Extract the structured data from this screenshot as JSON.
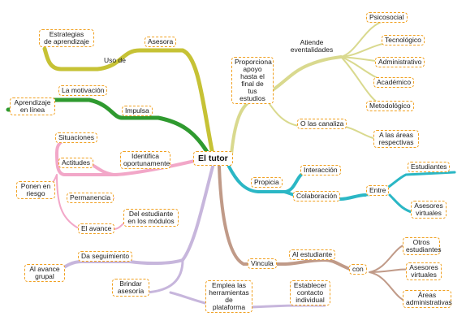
{
  "title": "El tutor",
  "colors": {
    "yellow_branch": "#c6c235",
    "green_branch": "#2f9a2f",
    "pink_branch": "#f2a7c8",
    "lavender_branch": "#c7b6dc",
    "olive_branch": "#d9d98e",
    "teal_branch": "#2bb7c5",
    "brown_branch": "#c09a88",
    "node_border": "#f0a020"
  },
  "nodes": {
    "estrategias": "Estrategias\nde aprendizaje",
    "uso_de": "Uso de",
    "asesora": "Asesora",
    "la_motivacion": "La motivación",
    "aprendizaje_en_linea": "Aprendizaje\nen línea",
    "impulsa": "Impulsa",
    "situaciones": "Situaciones",
    "actitudes": "Actitudes",
    "identifica": "Identifica\noportunamente",
    "ponen_en_riesgo": "Ponen en\nriesgo",
    "permanencia": "Permanencia",
    "del_estudiante": "Del estudiante\nen los módulos",
    "el_avance": "El avance",
    "da_seguimiento": "Da seguimiento",
    "al_avance_grupal": "Al avance\ngrupal",
    "brindar_asesoria": "Brindar\nasesoría",
    "emplea": "Emplea las\nherramientas\nde plataforma",
    "establecer": "Establecer\ncontacto\nindividual",
    "proporciona": "Proporciona\napoyo\nhasta el\nfinal de\ntus estudios",
    "atiende": "Atiende\neventalidades",
    "psicosocial": "Psicosocial",
    "tecnologico": "Tecnológico",
    "administrativo": "Administrativo",
    "academico": "Académico",
    "metodologico": "Metodológico",
    "o_las_canaliza": "O las canaliza",
    "a_las_areas": "A las áreas\nrespectivas",
    "propicia": "Propicia",
    "interaccion": "Interacción",
    "colaboracion": "Colaboración",
    "entre": "Entre",
    "estudiantes": "Estudiantes",
    "asesores_virtuales_1": "Asesores\nvirtuales",
    "vincula": "Vincula",
    "al_estudiante": "Al estudiante",
    "con": "con",
    "otros_estudiantes": "Otros\nestudiantes",
    "asesores_virtuales_2": "Asesores\nvirtuales",
    "areas_administrativas": "Áreas\nadministrativas"
  }
}
